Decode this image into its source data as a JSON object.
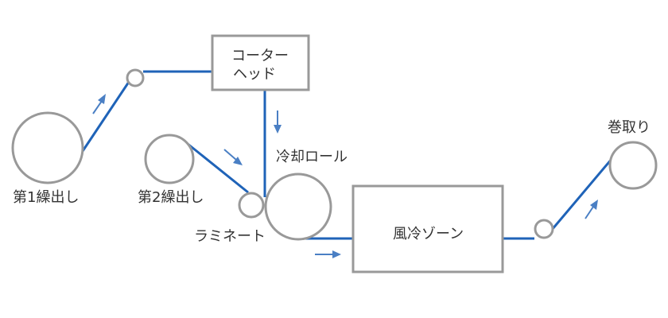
{
  "labels": {
    "unwind1": "第1繰出し",
    "unwind2": "第2繰出し",
    "coater_line1": "コーター",
    "coater_line2": "ヘッド",
    "chill_roll": "冷却ロール",
    "laminate": "ラミネート",
    "air_cooling_zone": "風冷ゾーン",
    "winder": "巻取り"
  },
  "colors": {
    "web": "#1f63b8",
    "arrow": "#4a7fc4",
    "outline": "#999999",
    "text": "#333333"
  }
}
